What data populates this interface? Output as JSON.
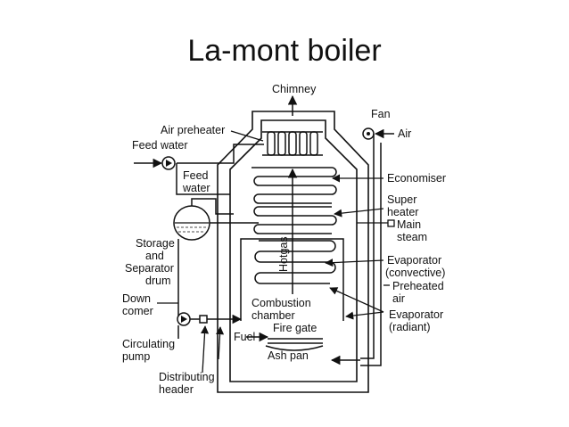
{
  "title": "La-mont boiler",
  "labels": {
    "chimney": "Chimney",
    "fan": "Fan",
    "air": "Air",
    "air_preheater": "Air preheater",
    "feed_water_in": "Feed water",
    "feed_water_1": "Feed",
    "feed_water_2": "water",
    "economiser": "Economiser",
    "super_heater_1": "Super",
    "super_heater_2": "heater",
    "main_steam_1": "Main",
    "main_steam_2": "steam",
    "storage_1": "Storage",
    "storage_2": "and",
    "storage_3": "Separator",
    "storage_4": "drum",
    "hotgas": "Hotgas",
    "evap_conv_1": "Evaporator",
    "evap_conv_2": "(convective)",
    "preheated_1": "Preheated",
    "preheated_2": "air",
    "down_comer_1": "Down",
    "down_comer_2": "comer",
    "combustion_1": "Combustion",
    "combustion_2": "chamber",
    "evap_rad_1": "Evaporator",
    "evap_rad_2": "(radiant)",
    "fire_gate": "Fire gate",
    "fuel": "Fuel",
    "ash_pan": "Ash pan",
    "circ_pump_1": "Circulating",
    "circ_pump_2": "pump",
    "dist_header_1": "Distributing",
    "dist_header_2": "header"
  }
}
